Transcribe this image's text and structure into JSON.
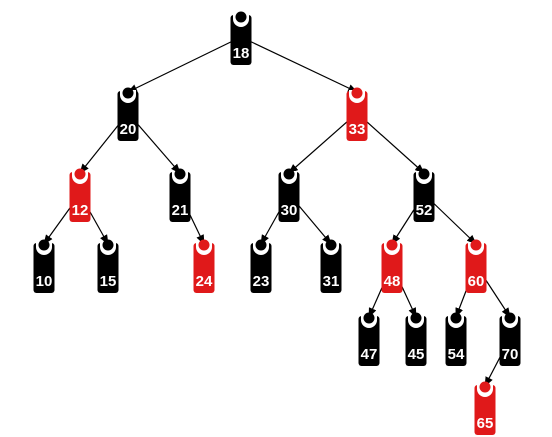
{
  "colors": {
    "black": "#000000",
    "red": "#e0191a",
    "white": "#ffffff",
    "edge": "#000000"
  },
  "nodes": [
    {
      "id": "18",
      "label": "18",
      "color": "black"
    },
    {
      "id": "20",
      "label": "20",
      "color": "black"
    },
    {
      "id": "33",
      "label": "33",
      "color": "red"
    },
    {
      "id": "12",
      "label": "12",
      "color": "red"
    },
    {
      "id": "21",
      "label": "21",
      "color": "black"
    },
    {
      "id": "30",
      "label": "30",
      "color": "black"
    },
    {
      "id": "52",
      "label": "52",
      "color": "black"
    },
    {
      "id": "10",
      "label": "10",
      "color": "black"
    },
    {
      "id": "15",
      "label": "15",
      "color": "black"
    },
    {
      "id": "24",
      "label": "24",
      "color": "red"
    },
    {
      "id": "23",
      "label": "23",
      "color": "black"
    },
    {
      "id": "31",
      "label": "31",
      "color": "black"
    },
    {
      "id": "48",
      "label": "48",
      "color": "red"
    },
    {
      "id": "60",
      "label": "60",
      "color": "red"
    },
    {
      "id": "47",
      "label": "47",
      "color": "black"
    },
    {
      "id": "45",
      "label": "45",
      "color": "black"
    },
    {
      "id": "54",
      "label": "54",
      "color": "black"
    },
    {
      "id": "70",
      "label": "70",
      "color": "black"
    },
    {
      "id": "65",
      "label": "65",
      "color": "red"
    }
  ],
  "edges": [
    [
      "18",
      "20"
    ],
    [
      "18",
      "33"
    ],
    [
      "20",
      "12"
    ],
    [
      "20",
      "21"
    ],
    [
      "33",
      "30"
    ],
    [
      "33",
      "52"
    ],
    [
      "12",
      "10"
    ],
    [
      "12",
      "15"
    ],
    [
      "21",
      "24"
    ],
    [
      "30",
      "23"
    ],
    [
      "30",
      "31"
    ],
    [
      "52",
      "48"
    ],
    [
      "52",
      "60"
    ],
    [
      "48",
      "47"
    ],
    [
      "48",
      "45"
    ],
    [
      "60",
      "54"
    ],
    [
      "60",
      "70"
    ],
    [
      "70",
      "65"
    ]
  ]
}
